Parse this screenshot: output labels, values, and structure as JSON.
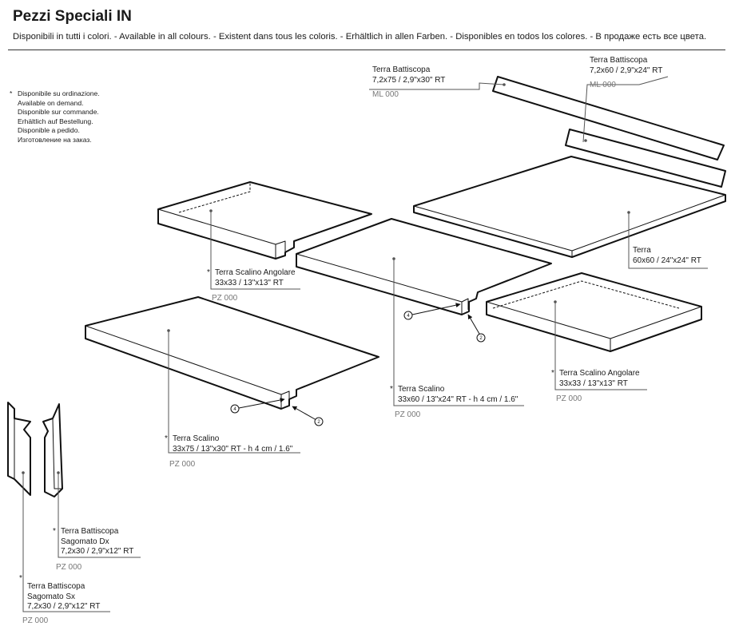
{
  "header": {
    "title": "Pezzi Speciali IN",
    "subtitle": "Disponibili in tutti i colori. - Available in all colours. - Existent dans tous les coloris. - Erhältlich in allen Farben. - Disponibles en todos los colores. - В продаже есть все цвета."
  },
  "note": {
    "star": "*",
    "lines": [
      "Disponibile su ordinazione.",
      "Available on demand.",
      "Disponible sur commande.",
      "Erhältlich auf Bestellung.",
      "Disponible a pedido.",
      "Изготовление на заказ."
    ]
  },
  "pieces": [
    {
      "id": "terra-battiscopa-75",
      "star": "",
      "lines": [
        "Terra Battiscopa",
        "7,2x75 / 2,9\"x30\" RT"
      ],
      "code": "ML 000"
    },
    {
      "id": "terra-battiscopa-60",
      "star": "",
      "lines": [
        "Terra Battiscopa",
        "7,2x60 / 2,9\"x24\" RT"
      ],
      "code": "ML 000"
    },
    {
      "id": "terra-60x60",
      "star": "",
      "lines": [
        "Terra",
        "60x60 / 24\"x24\" RT"
      ],
      "code": ""
    },
    {
      "id": "terra-scalino-angolare-left",
      "star": "*",
      "lines": [
        "Terra Scalino Angolare",
        "33x33 / 13\"x13\" RT"
      ],
      "code": "PZ 000"
    },
    {
      "id": "terra-scalino-33x60",
      "star": "*",
      "lines": [
        "Terra Scalino",
        "33x60 / 13\"x24\" RT - h 4 cm / 1.6\""
      ],
      "code": "PZ 000"
    },
    {
      "id": "terra-scalino-angolare-right",
      "star": "*",
      "lines": [
        "Terra Scalino Angolare",
        "33x33 / 13\"x13\" RT"
      ],
      "code": "PZ 000"
    },
    {
      "id": "terra-scalino-33x75",
      "star": "*",
      "lines": [
        "Terra Scalino",
        "33x75 / 13\"x30\" RT - h 4 cm / 1.6\""
      ],
      "code": "PZ 000"
    },
    {
      "id": "terra-battiscopa-sagomato-dx",
      "star": "*",
      "lines": [
        "Terra Battiscopa",
        "Sagomato Dx",
        "7,2x30 / 2,9\"x12\" RT"
      ],
      "code": "PZ 000"
    },
    {
      "id": "terra-battiscopa-sagomato-sx",
      "star": "*",
      "lines": [
        "Terra Battiscopa",
        "Sagomato Sx",
        "7,2x30 / 2,9\"x12\" RT"
      ],
      "code": "PZ 000"
    }
  ],
  "dimension_markers": [
    "4",
    "2",
    "4",
    "2"
  ]
}
